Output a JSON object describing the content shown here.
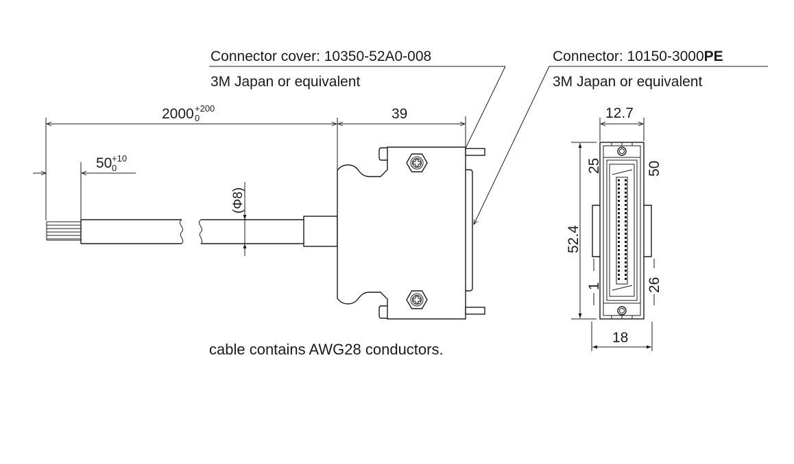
{
  "diagram": {
    "type": "cable-assembly-drawing",
    "callouts": {
      "connector_cover": {
        "label": "Connector cover: 10350-52A0-008",
        "maker": "3M Japan or equivalent"
      },
      "connector": {
        "label_prefix": "Connector: 10150-3000",
        "label_suffix": "PE",
        "maker": "3M Japan or equivalent"
      }
    },
    "dimensions": {
      "cable_length": {
        "nominal": "2000",
        "upper_tol": "+200",
        "lower_tol": "0"
      },
      "strip_length": {
        "nominal": "50",
        "upper_tol": "+10",
        "lower_tol": "0"
      },
      "cover_length": "39",
      "cable_diameter": "(Φ8)",
      "connector_width_top": "12.7",
      "connector_height": "52.4",
      "connector_width_bottom": "18"
    },
    "pin_labels": {
      "top_left": "25",
      "top_right": "50",
      "bottom_left": "1",
      "bottom_right": "26"
    },
    "note": "cable contains AWG28 conductors."
  }
}
